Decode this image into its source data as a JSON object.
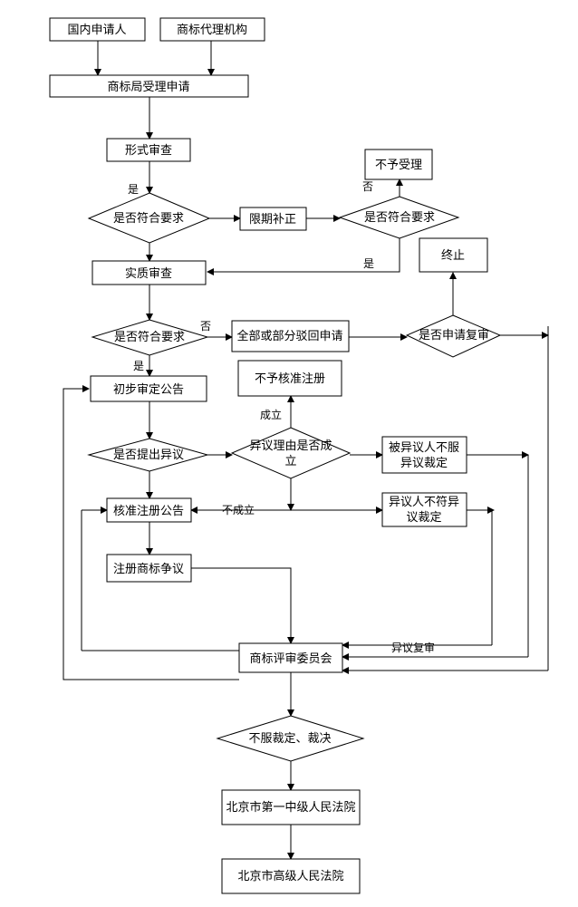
{
  "nodes": {
    "domestic_applicant": "国内申请人",
    "trademark_agency": "商标代理机构",
    "office_accepts": "商标局受理申请",
    "formal_review": "形式审查",
    "meets_req_1": "是否符合要求",
    "correction_deadline": "限期补正",
    "meets_req_2": "是否符合要求",
    "not_accepted": "不予受理",
    "substantive_review": "实质审查",
    "terminated": "终止",
    "meets_req_3": "是否符合要求",
    "rejected_full_partial": "全部或部分驳回申请",
    "apply_reexam": "是否申请复审",
    "preliminary_announce": "初步审定公告",
    "not_approved": "不予核准注册",
    "opposition_raised": "是否提出异议",
    "opposition_valid_1": "异议理由是否成",
    "opposition_valid_2": "立",
    "respondent_disagree_1": "被异议人不服",
    "respondent_disagree_2": "异议裁定",
    "approve_announce": "核准注册公告",
    "opponent_disagree_1": "异议人不符异",
    "opponent_disagree_2": "议裁定",
    "registered_dispute": "注册商标争议",
    "review_board": "商标评审委员会",
    "disagree_ruling": "不服裁定、裁决",
    "beijing_first_court": "北京市第一中级人民法院",
    "beijing_high_court": "北京市高级人民法院"
  },
  "edge_labels": {
    "yes_1": "是",
    "no_1": "否",
    "yes_2": "是",
    "no_2": "否",
    "yes_3": "是",
    "established": "成立",
    "not_established": "不成立",
    "opposition_reexam": "异议复审"
  }
}
